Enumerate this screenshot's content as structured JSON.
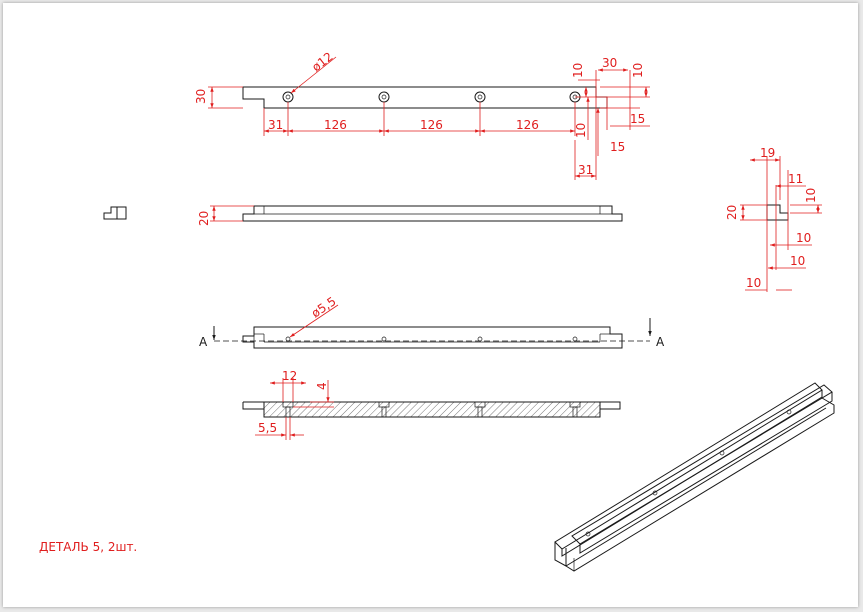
{
  "caption": "ДЕТАЛЬ 5, 2шт.",
  "section_label": "A",
  "colors": {
    "dimension": "#e01e1e",
    "outline": "#1a1a1a",
    "paper": "#ffffff"
  },
  "dims": {
    "hole_dia": "ø12",
    "height_30": "30",
    "edge_31": "31",
    "pitch_126": "126",
    "d10": "10",
    "d30": "30",
    "d15": "15",
    "d19": "19",
    "d11": "11",
    "d20": "20",
    "small_hole_dia": "ø5,5",
    "d12": "12",
    "d4": "4",
    "d5_5": "5,5"
  }
}
